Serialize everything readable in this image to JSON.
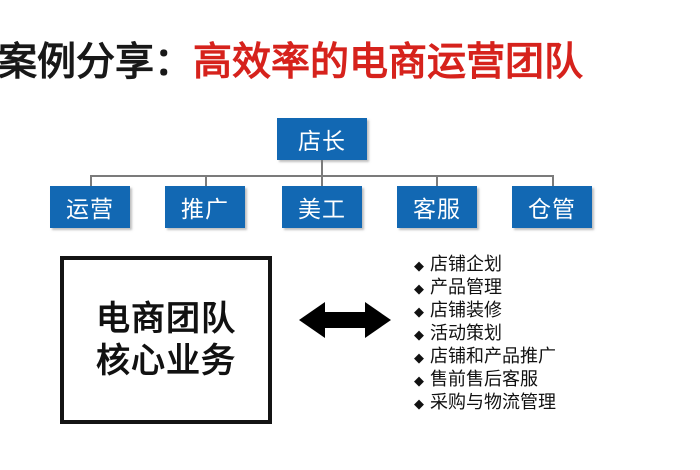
{
  "slide": {
    "background_color": "#ffffff",
    "title": {
      "prefix": "案例分享：",
      "highlight": "高效率的电商运营团队",
      "prefix_color": "#181818",
      "highlight_color": "#d6221c"
    }
  },
  "org_chart": {
    "node_fill_color": "#1268b3",
    "node_text_color": "#ffffff",
    "connector_color": "#7b7b7b",
    "root": {
      "label": "店长"
    },
    "children": [
      {
        "label": "运营"
      },
      {
        "label": "推广"
      },
      {
        "label": "美工"
      },
      {
        "label": "客服"
      },
      {
        "label": "仓管"
      }
    ]
  },
  "core_box": {
    "border_color": "#141414",
    "lines": [
      "电商团队",
      "核心业务"
    ]
  },
  "relation": {
    "icon": "double-headed-arrow",
    "color": "#000000"
  },
  "responsibilities": {
    "bullet_glyph": "◆",
    "items": [
      "店铺企划",
      "产品管理",
      "店铺装修",
      "活动策划",
      "店铺和产品推广",
      "售前售后客服",
      "采购与物流管理"
    ]
  }
}
